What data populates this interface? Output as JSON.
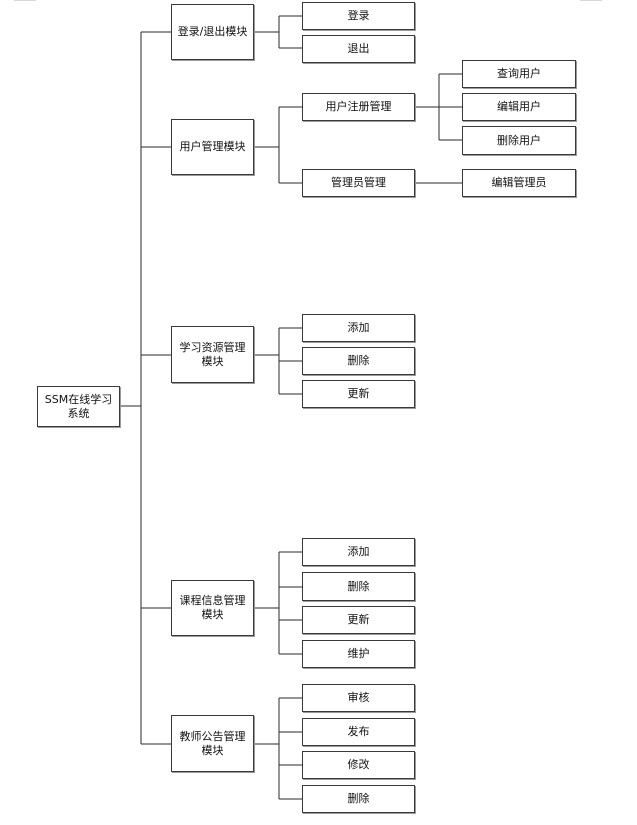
{
  "diagram": {
    "root": {
      "label": "SSM在线学习\n系统"
    },
    "modules": {
      "login": {
        "label": "登录/退出模块",
        "children": [
          "登录",
          "退出"
        ]
      },
      "user": {
        "label": "用户管理模块",
        "sub": {
          "register": {
            "label": "用户注册管理",
            "children": [
              "查询用户",
              "编辑用户",
              "删除用户"
            ]
          },
          "admin": {
            "label": "管理员管理",
            "children": [
              "编辑管理员"
            ]
          }
        }
      },
      "resource": {
        "label": "学习资源管理\n模块",
        "children": [
          "添加",
          "删除",
          "更新"
        ]
      },
      "course": {
        "label": "课程信息管理\n模块",
        "children": [
          "添加",
          "删除",
          "更新",
          "维护"
        ]
      },
      "notice": {
        "label": "教师公告管理\n模块",
        "children": [
          "审核",
          "发布",
          "修改",
          "删除"
        ]
      }
    }
  }
}
